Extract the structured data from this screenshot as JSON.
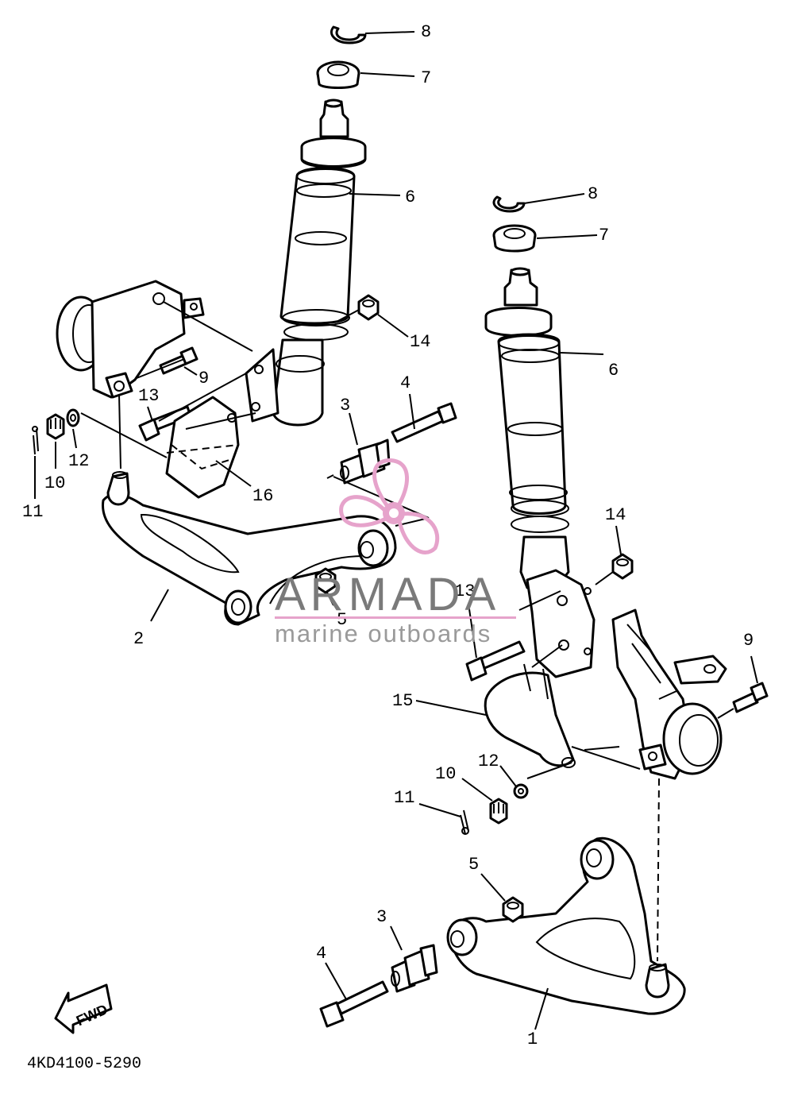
{
  "diagram": {
    "part_code": "4KD4100-5290",
    "direction_label": "FWD",
    "watermark": {
      "brand": "ARMADA",
      "tagline": "marine outboards",
      "color": "#e6a3cb"
    },
    "callouts": {
      "lower_arm_right": "1",
      "lower_arm_left": "2",
      "bushing": "3",
      "arm_bolt": "4",
      "arm_nut": "5",
      "shock_absorber": "6",
      "spring_seat": "7",
      "circlip": "8",
      "knuckle_bolt": "9",
      "castle_nut": "10",
      "cotter_pin": "11",
      "washer": "12",
      "shock_bolt": "13",
      "shock_nut": "14",
      "guard_right": "15",
      "guard_left": "16"
    }
  }
}
